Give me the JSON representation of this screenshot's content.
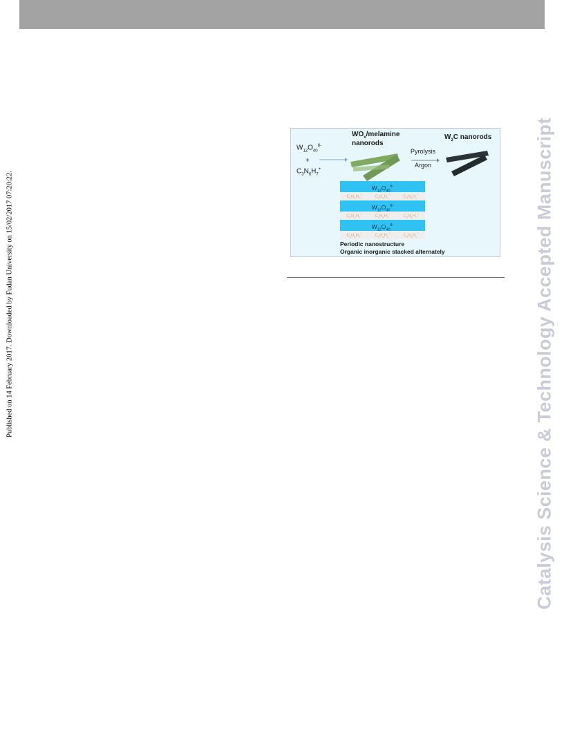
{
  "side_note": "Published on 14 February 2017. Downloaded by Fudan University on 15/02/2017 07:20:22.",
  "watermark": "Catalysis Science & Technology Accepted Manuscript",
  "figure": {
    "reactant1": {
      "base": "W",
      "sub1": "12",
      "mid": "O",
      "sub2": "40",
      "sup": "8-"
    },
    "plus": "+",
    "reactant2": {
      "a": "C",
      "sub1": "3",
      "b": "N",
      "sub2": "6",
      "c": "H",
      "sub3": "7",
      "sup": "+"
    },
    "intermediate": {
      "line1_pre": "WO",
      "line1_sub": "x",
      "line1_post": "/melamine",
      "line2": "nanorods"
    },
    "condition1": "Pyrolysis",
    "condition2": "Argon",
    "product": {
      "pre": "W",
      "sub": "2",
      "post": "C nanorods"
    },
    "caption1": "Periodic nanostructure",
    "caption2": "Organic inorganic stacked alternately",
    "colors": {
      "box_bg": "#e7f7fb",
      "green_rod": "#7fa863",
      "dark_rod": "#2a3236",
      "layer": "#2fc2f2"
    }
  }
}
